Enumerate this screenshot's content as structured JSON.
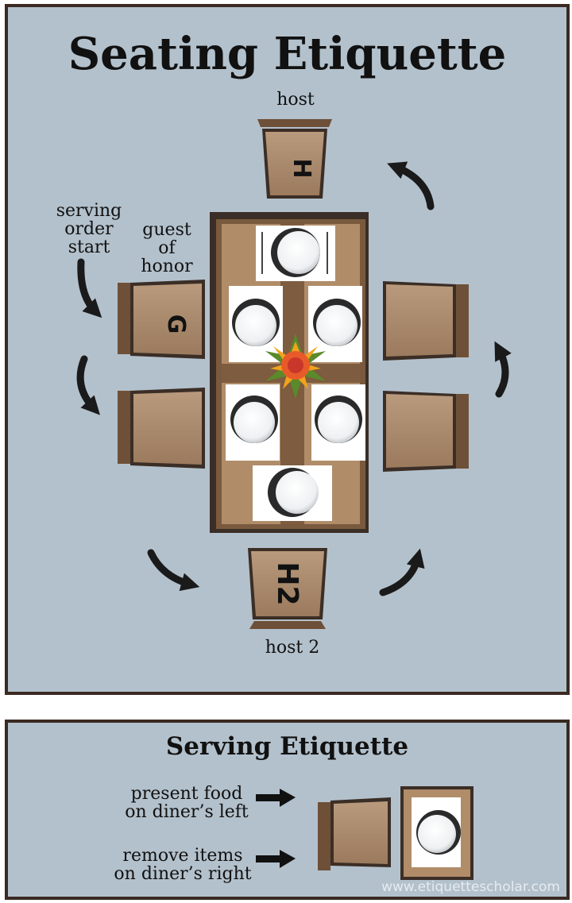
{
  "seating": {
    "title": "Seating Etiquette",
    "labels": {
      "host": "host",
      "host2": "host 2",
      "guest_of_honor": "guest\nof\nhonor",
      "serving_order_start": "serving\norder\nstart"
    },
    "chair_marks": {
      "host": "H",
      "guest": "G",
      "host2": "H2"
    }
  },
  "serving": {
    "title": "Serving Etiquette",
    "present": "present food\non diner’s left",
    "remove": "remove items\non diner’s right"
  },
  "watermark": "www.etiquettescholar.com",
  "colors": {
    "panel_bg": "#b3c1cc",
    "border": "#3a2a22",
    "table": "#7a5a3e",
    "chair": "#a48366",
    "centerpiece": "#e85a2a"
  }
}
